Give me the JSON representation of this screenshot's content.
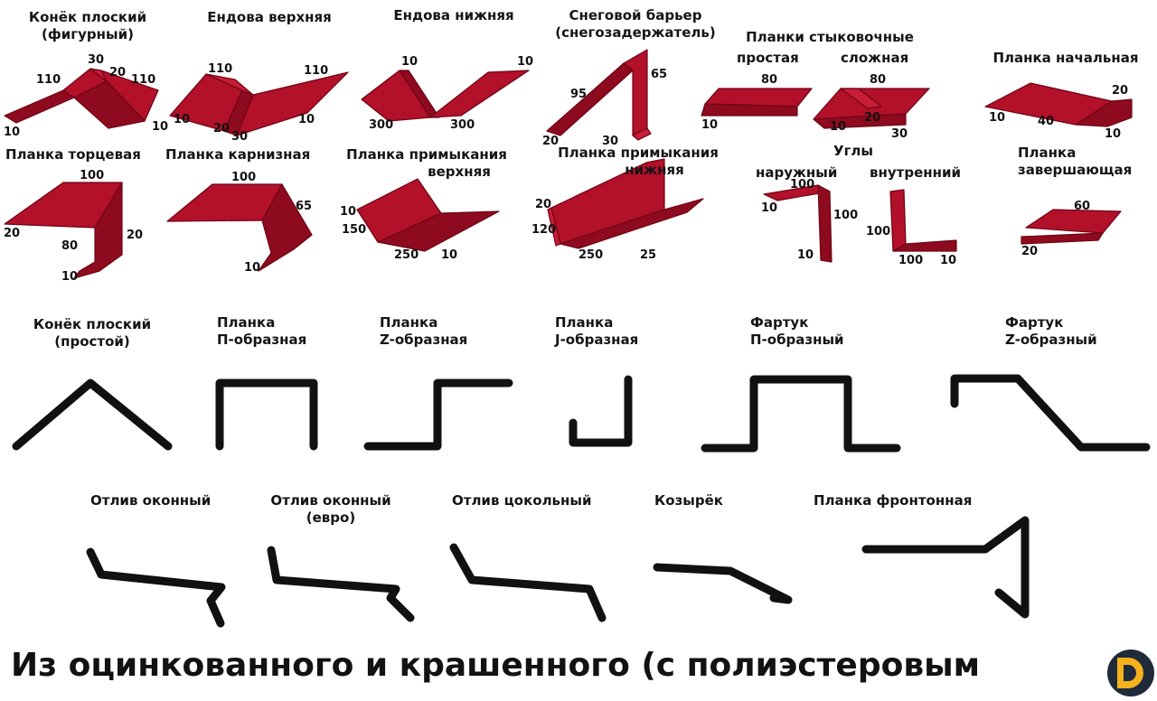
{
  "colors": {
    "metal": "#b3102a",
    "metal_dark": "#8e0a1f",
    "profile": "#111111",
    "logo_yellow": "#f5b21c",
    "logo_dark": "#1f2a3a"
  },
  "items_row1": [
    {
      "id": "konek-figurny",
      "label": [
        "Конёк плоский",
        "(фигурный)"
      ],
      "dims": [
        "30",
        "110",
        "20",
        "110",
        "10",
        "10"
      ]
    },
    {
      "id": "endova-verhnyaya",
      "label": [
        "Ендова верхняя"
      ],
      "dims": [
        "110",
        "110",
        "10",
        "20",
        "30",
        "10"
      ]
    },
    {
      "id": "endova-nizhnyaya",
      "label": [
        "Ендова нижняя"
      ],
      "dims": [
        "10",
        "10",
        "300",
        "300"
      ]
    },
    {
      "id": "snegovoy-barer",
      "label": [
        "Снеговой барьер",
        "(снегозадержатель)"
      ],
      "dims": [
        "65",
        "95",
        "20",
        "30"
      ]
    },
    {
      "id": "planki-stykovochnye",
      "label": [
        "Планки стыковочные"
      ],
      "sublabels": [
        "простая",
        "сложная"
      ],
      "dims": [
        "80",
        "10",
        "80",
        "20",
        "10",
        "30"
      ]
    },
    {
      "id": "planka-nachalnaya",
      "label": [
        "Планка начальная"
      ],
      "dims": [
        "20",
        "10",
        "40",
        "10"
      ]
    }
  ],
  "items_row2": [
    {
      "id": "planka-torcevaya",
      "label": [
        "Планка торцевая"
      ],
      "dims": [
        "100",
        "20",
        "20",
        "80",
        "10"
      ]
    },
    {
      "id": "planka-karniznaya",
      "label": [
        "Планка карнизная"
      ],
      "dims": [
        "100",
        "65",
        "10"
      ]
    },
    {
      "id": "planka-primykaniya-verhnyaya",
      "label": [
        "Планка примыкания",
        "верхняя"
      ],
      "dims": [
        "10",
        "150",
        "250",
        "10"
      ]
    },
    {
      "id": "planka-primykaniya-nizhnyaya",
      "label": [
        "Планка примыкания",
        "нижняя"
      ],
      "dims": [
        "20",
        "120",
        "250",
        "25"
      ]
    },
    {
      "id": "ugly",
      "label": [
        "Углы"
      ],
      "sublabels": [
        "наружный",
        "внутренний"
      ],
      "dims": [
        "100",
        "10",
        "100",
        "10",
        "100",
        "100",
        "10"
      ]
    },
    {
      "id": "planka-zavershayuschaya",
      "label": [
        "Планка",
        "завершающая"
      ],
      "dims": [
        "60",
        "20"
      ]
    }
  ],
  "items_row3": [
    {
      "id": "konek-prostoy",
      "label": [
        "Конёк плоский",
        "(простой)"
      ]
    },
    {
      "id": "planka-p",
      "label": [
        "Планка",
        "П-образная"
      ]
    },
    {
      "id": "planka-z",
      "label": [
        "Планка",
        "Z-образная"
      ]
    },
    {
      "id": "planka-j",
      "label": [
        "Планка",
        "J-образная"
      ]
    },
    {
      "id": "fartuk-p",
      "label": [
        "Фартук",
        "П-образный"
      ]
    },
    {
      "id": "fartuk-z",
      "label": [
        "Фартук",
        "Z-образный"
      ]
    }
  ],
  "items_row4": [
    {
      "id": "otliv-okonny",
      "label": [
        "Отлив оконный"
      ]
    },
    {
      "id": "otliv-okonny-evro",
      "label": [
        "Отлив оконный",
        "(евро)"
      ]
    },
    {
      "id": "otliv-cokolny",
      "label": [
        "Отлив цокольный"
      ]
    },
    {
      "id": "kozyrek",
      "label": [
        "Козырёк"
      ]
    },
    {
      "id": "planka-frontonnaya",
      "label": [
        "Планка фронтонная"
      ]
    }
  ],
  "footer": {
    "text": "Из оцинкованного и крашенного (с полиэстеровым"
  }
}
